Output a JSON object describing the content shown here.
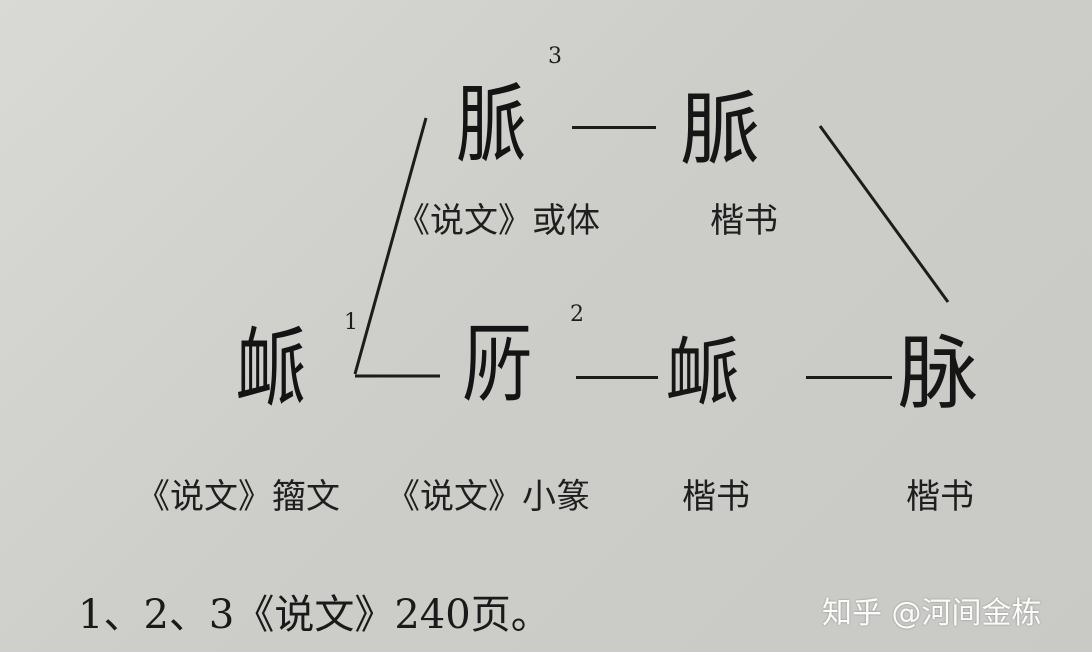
{
  "diagram": {
    "top_row": {
      "seal_variant": {
        "glyph": "脈",
        "marker": "3",
        "caption": "《说文》或体"
      },
      "kaishu": {
        "glyph": "脈",
        "caption": "楷书"
      }
    },
    "bottom_row": {
      "zhouwen": {
        "glyph": "衇",
        "marker": "1",
        "caption": "《说文》籀文"
      },
      "xiaozhuan": {
        "glyph": "𠩄",
        "marker": "2",
        "caption": "《说文》小篆"
      },
      "kaishu_1": {
        "glyph": "衇",
        "caption": "楷书"
      },
      "kaishu_2": {
        "glyph": "脉",
        "caption": "楷书"
      }
    }
  },
  "footnote": "1、2、3《说文》240页。",
  "watermark": "知乎 @河间金栋"
}
